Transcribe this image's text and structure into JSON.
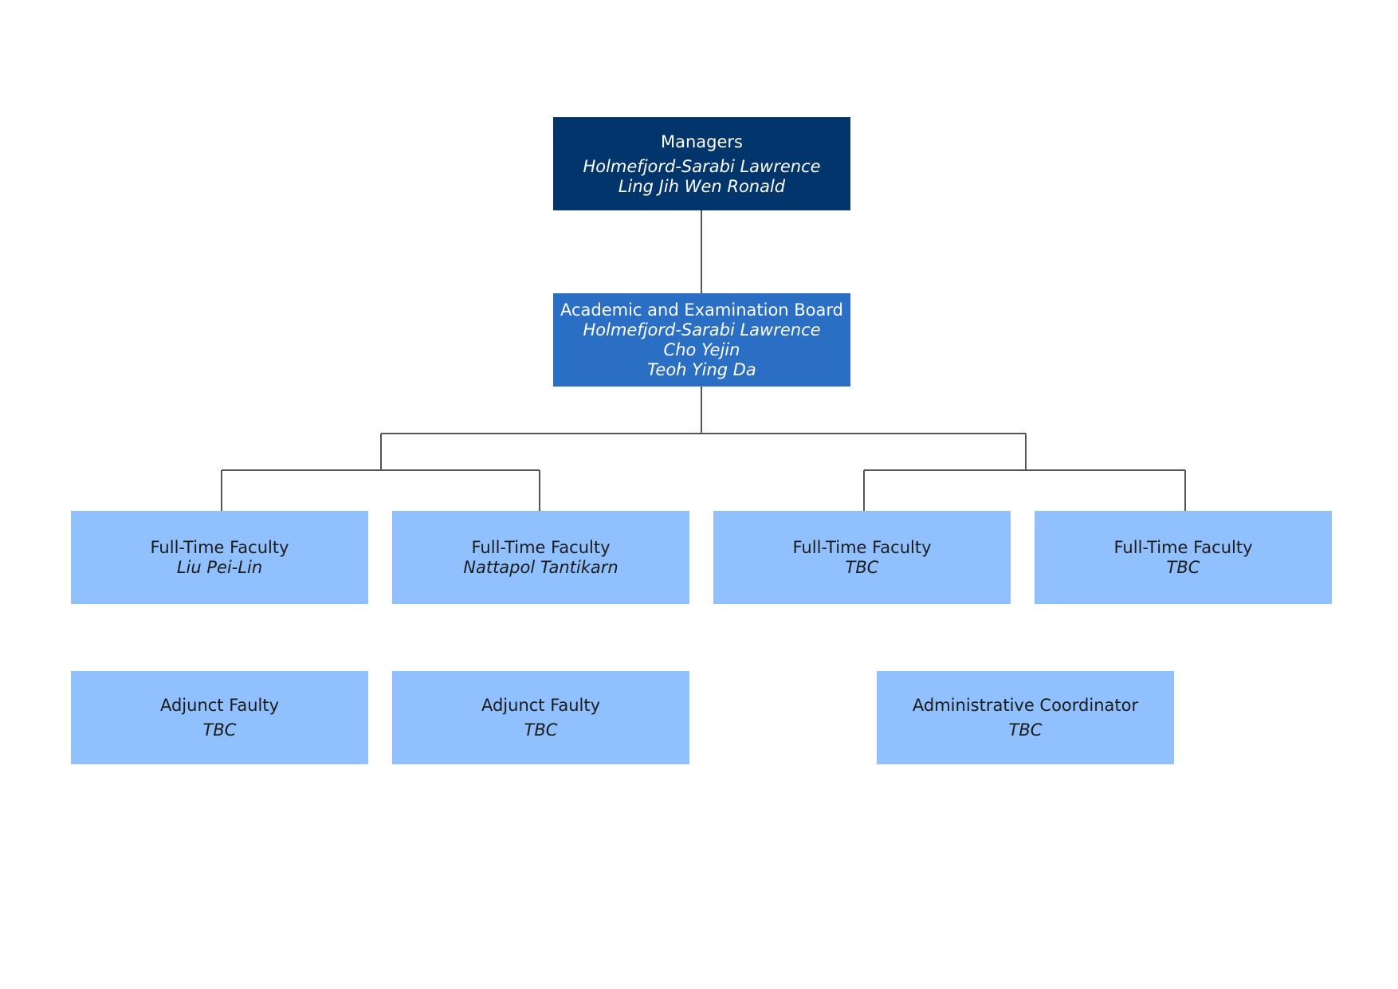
{
  "colors": {
    "managers": "#02356c",
    "board": "#2a6fc4",
    "faculty": "#90c0fd",
    "connector": "#555555"
  },
  "org": {
    "managers": {
      "title": "Managers",
      "names": [
        "Holmefjord-Sarabi Lawrence",
        "Ling Jih Wen Ronald"
      ]
    },
    "board": {
      "title": "Academic and Examination Board",
      "names": [
        "Holmefjord-Sarabi Lawrence",
        "Cho Yejin",
        "Teoh Ying Da"
      ]
    },
    "faculty": [
      {
        "title": "Full-Time Faculty",
        "name": "Liu Pei-Lin"
      },
      {
        "title": "Full-Time Faculty",
        "name": "Nattapol Tantikarn"
      },
      {
        "title": "Full-Time Faculty",
        "name": "TBC"
      },
      {
        "title": "Full-Time Faculty",
        "name": "TBC"
      }
    ],
    "support": [
      {
        "title": "Adjunct Faulty",
        "name": "TBC"
      },
      {
        "title": "Adjunct Faulty",
        "name": "TBC"
      },
      {
        "title": "Administrative Coordinator",
        "name": "TBC"
      }
    ]
  }
}
